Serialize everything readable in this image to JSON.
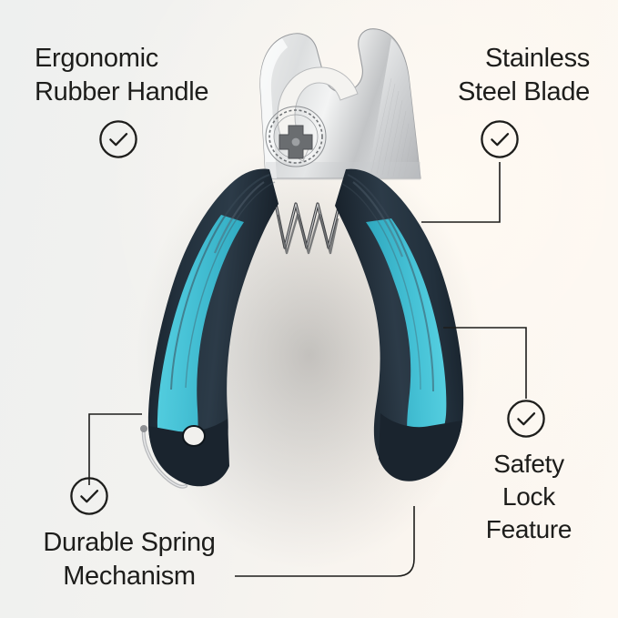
{
  "background": {
    "gradient_from": "#eef0ef",
    "gradient_to": "#fdf8f2"
  },
  "product": {
    "name": "pet-nail-clipper",
    "colors": {
      "blade_steel": "#d9dadb",
      "blade_steel_dark": "#a7a9ac",
      "handle_body": "#1b2630",
      "handle_body_light": "#2b3845",
      "grip_teal": "#4bc5d9",
      "grip_teal_dark": "#2ba8bf",
      "spring_metal": "#4a4a4a"
    }
  },
  "callouts": [
    {
      "id": "ergonomic-rubber-handle",
      "text": "Ergonomic\nRubber Handle",
      "icon": "check-circle-icon",
      "position": "top-left",
      "has_connector": false
    },
    {
      "id": "stainless-steel-blade",
      "text": "Stainless\nSteel Blade",
      "icon": "check-circle-icon",
      "position": "top-right",
      "has_connector": true
    },
    {
      "id": "durable-spring-mechanism",
      "text": "Durable Spring\nMechanism",
      "icon": "check-circle-icon",
      "position": "bottom-left",
      "has_connector": true
    },
    {
      "id": "safety-lock-feature",
      "text": "Safety\nLock\nFeature",
      "icon": "check-circle-icon",
      "position": "bottom-right",
      "has_connector": true
    }
  ],
  "connectors": {
    "stroke_color": "#1d1d1b",
    "stroke_width": 1.6
  }
}
